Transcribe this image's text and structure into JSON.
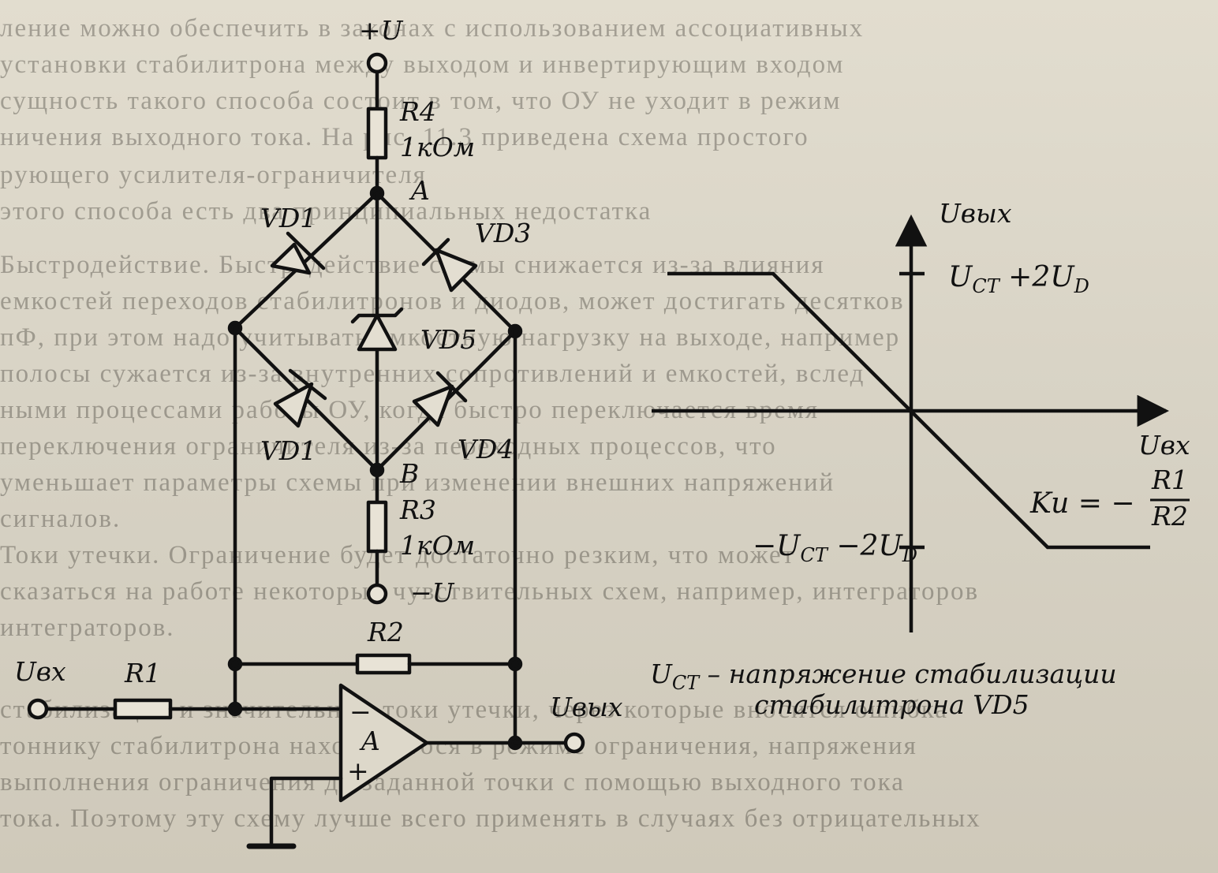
{
  "background_text": [
    "ление можно обеспечить в законах с использованием ассоциативных",
    "установки стабилитрона между выходом и инвертирующим входом",
    "сущность такого способа состоит в том, что ОУ не уходит в режим",
    "ничения выходного тока. На рис. 11.3 приведена схема простого",
    "рующего усилителя-ограничителя",
    "этого способа есть два принципиальных недостатка",
    "Быстродействие. Быстродействие схемы снижается из-за влияния",
    "емкостей переходов стабилитронов и диодов, может достигать десятков",
    "пФ, при этом надо учитывать емкостную нагрузку на выходе, например",
    "полосы сужается из-за внутренних сопротивлений и емкостей, вслед",
    "ными процессами работы ОУ, когда быстро переключается время",
    "переключения ограничителя из-за переходных процессов, что",
    "уменьшает параметры схемы при изменении внешних напряжений",
    "сигналов.",
    "Токи утечки. Ограничение будет достаточно резким, что может",
    "сказаться на работе некоторых чувствительных схем, например, интеграторов",
    "интеграторов.",
    "",
    "",
    "стабилизации и значительные токи утечки, через которые вносится ошибка",
    "тоннику стабилитрона находящегося в режиме ограничения, напряжения",
    "выполнения ограничения до заданной точки с помощью выходного тока",
    "тока. Поэтому эту схему лучше всего применять в случаях без отрицательных"
  ],
  "circuit": {
    "supply_pos": "+U",
    "supply_neg": "−U",
    "R4_name": "R4",
    "R4_value": "1кОм",
    "R3_name": "R3",
    "R3_value": "1кОм",
    "node_A": "A",
    "node_B": "B",
    "VD1_top": "VD1",
    "VD1_bottom": "VD1",
    "VD3": "VD3",
    "VD4": "VD4",
    "VD5": "VD5",
    "R2_name": "R2",
    "R1_name": "R1",
    "input_label": "Uвх",
    "output_label": "Uвых",
    "opamp_label": "A",
    "opamp_minus": "−",
    "opamp_plus": "+"
  },
  "graph": {
    "y_axis_label": "Uвых",
    "x_axis_label": "Uвх",
    "upper_level_main": "U",
    "upper_level_sub": "СТ",
    "upper_level_rest": " +2U",
    "upper_level_sub2": "D",
    "lower_level_main": "−U",
    "lower_level_sub": "СТ",
    "lower_level_rest": " −2U",
    "lower_level_sub2": "D",
    "gain_label": "Ku  =  −",
    "gain_num": "R1",
    "gain_den": "R2"
  },
  "legend": {
    "line1_main": "U",
    "line1_sub": "СТ",
    "line1_rest": " –  напряжение  стабилизации",
    "line2": "стабилитрона  VD5"
  }
}
